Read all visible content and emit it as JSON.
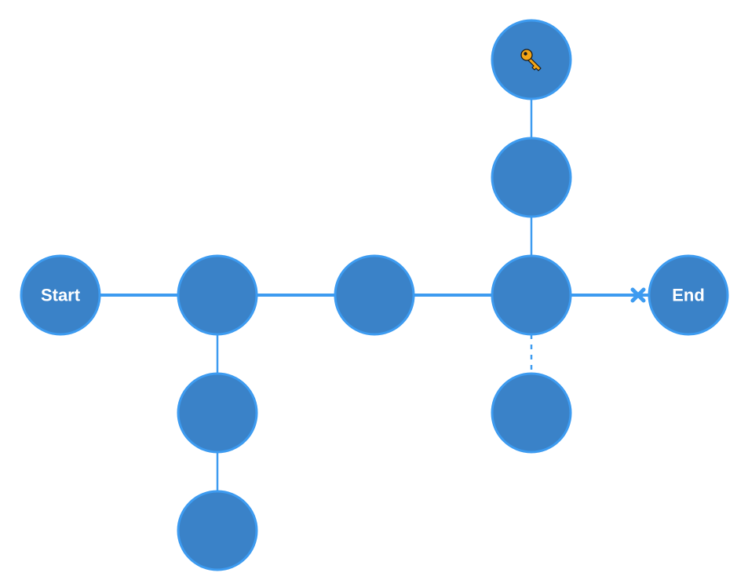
{
  "colors": {
    "node_fill": "#3a82c8",
    "node_stroke": "#3d9bf0",
    "edge": "#3d9bf0",
    "background": "#ffffff",
    "key_gold": "#f2a516",
    "key_outline": "#1a1a1a"
  },
  "nodes": [
    {
      "id": "start",
      "label": "Start"
    },
    {
      "id": "n1",
      "label": ""
    },
    {
      "id": "n2",
      "label": ""
    },
    {
      "id": "n3",
      "label": ""
    },
    {
      "id": "end",
      "label": "End"
    },
    {
      "id": "n5",
      "label": ""
    },
    {
      "id": "key",
      "label": "",
      "icon": "key-icon"
    },
    {
      "id": "n7",
      "label": ""
    },
    {
      "id": "n8",
      "label": ""
    },
    {
      "id": "n9",
      "label": ""
    }
  ],
  "edges": [
    {
      "from": "start",
      "to": "n1",
      "style": "thick"
    },
    {
      "from": "n1",
      "to": "n2",
      "style": "thick"
    },
    {
      "from": "n2",
      "to": "n3",
      "style": "thick"
    },
    {
      "from": "n3",
      "to": "end",
      "style": "thick-locked",
      "marker": "cross-icon"
    },
    {
      "from": "n3",
      "to": "n5",
      "style": "thin"
    },
    {
      "from": "n5",
      "to": "key",
      "style": "thin"
    },
    {
      "from": "n3",
      "to": "n7",
      "style": "dashed"
    },
    {
      "from": "n1",
      "to": "n8",
      "style": "thin"
    },
    {
      "from": "n8",
      "to": "n9",
      "style": "thin"
    }
  ]
}
